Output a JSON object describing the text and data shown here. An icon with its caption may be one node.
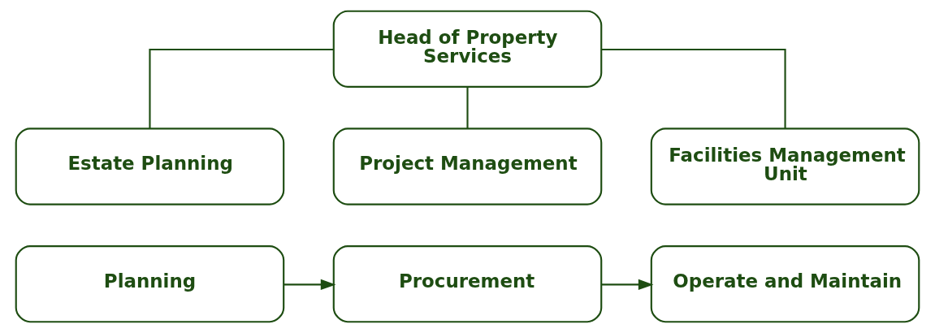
{
  "diagram": {
    "nodes": [
      {
        "text": [
          "Head of Property Services"
        ]
      },
      {
        "text": [
          "Estate Planning"
        ]
      },
      {
        "text": [
          "Project Management"
        ]
      },
      {
        "text": [
          "Facilities Management Unit"
        ]
      },
      {
        "text": [
          "Planning"
        ]
      },
      {
        "text": [
          "Procurement"
        ]
      },
      {
        "text": [
          "Operate and Maintain"
        ]
      }
    ],
    "edges": [
      {
        "from": 0,
        "to": 1,
        "arrow": "none"
      },
      {
        "from": 0,
        "to": 2,
        "arrow": "none"
      },
      {
        "from": 0,
        "to": 3,
        "arrow": "none"
      },
      {
        "from": 4,
        "to": 5,
        "arrow": "to"
      },
      {
        "from": 5,
        "to": 6,
        "arrow": "to"
      }
    ]
  }
}
